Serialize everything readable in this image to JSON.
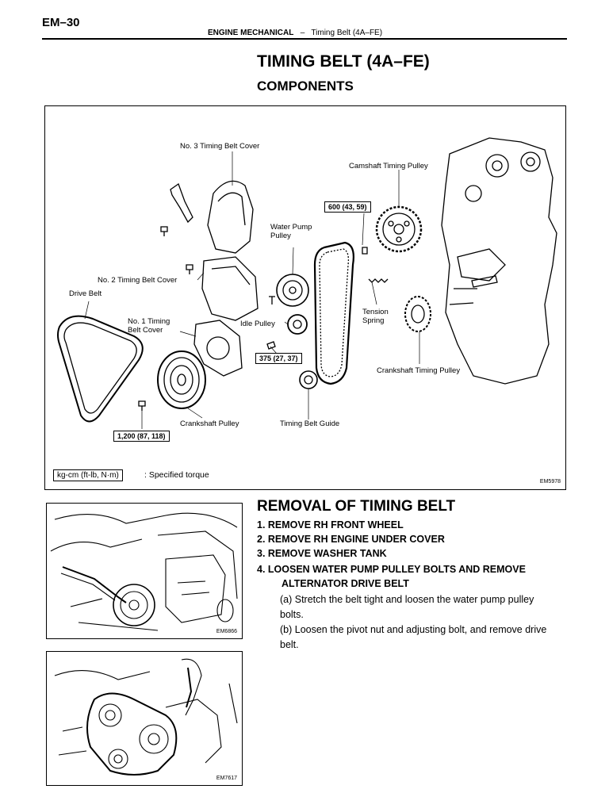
{
  "header": {
    "page_number": "EM–30",
    "section": "ENGINE MECHANICAL",
    "separator": "–",
    "topic": "Timing Belt (4A–FE)"
  },
  "title": "TIMING BELT (4A–FE)",
  "subtitle": "COMPONENTS",
  "diagram": {
    "labels": {
      "no3_cover": "No. 3 Timing Belt Cover",
      "camshaft_pulley": "Camshaft Timing Pulley",
      "water_pump_pulley": "Water Pump Pulley",
      "no2_cover": "No. 2 Timing Belt Cover",
      "drive_belt": "Drive Belt",
      "no1_cover": "No. 1 Timing Belt Cover",
      "idle_pulley": "Idle Pulley",
      "tension_spring": "Tension Spring",
      "crankshaft_timing_pulley": "Crankshaft Timing Pulley",
      "crankshaft_pulley": "Crankshaft Pulley",
      "timing_belt_guide": "Timing Belt Guide"
    },
    "torques": {
      "camshaft_bolt": "600 (43, 59)",
      "idle_pulley_bolt": "375 (27, 37)",
      "crankshaft_bolt": "1,200 (87, 118)"
    },
    "legend_unit": "kg-cm (ft-lb, N·m)",
    "legend_text": ":  Specified torque",
    "figure_code": "EM5978"
  },
  "removal": {
    "title": "REMOVAL OF TIMING BELT",
    "steps": [
      "1. REMOVE RH FRONT WHEEL",
      "2. REMOVE RH ENGINE UNDER COVER",
      "3. REMOVE WASHER TANK",
      "4. LOOSEN WATER PUMP PULLEY BOLTS AND REMOVE",
      "ALTERNATOR DRIVE BELT"
    ],
    "sub_steps": [
      "(a) Stretch the belt tight and loosen the water pump pulley bolts.",
      "(b) Loosen the pivot nut and adjusting bolt, and remove drive belt."
    ]
  },
  "photos": {
    "photo1_code": "EM6866",
    "photo2_code": "EM7617"
  }
}
